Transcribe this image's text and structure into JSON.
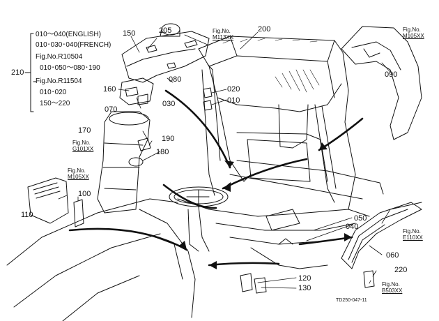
{
  "callouts": {
    "c010": "010",
    "c020": "020",
    "c030": "030",
    "c040": "040",
    "c050": "050",
    "c060": "060",
    "c070": "070",
    "c080": "080",
    "c090": "090",
    "c100": "100",
    "c110": "110",
    "c120": "120",
    "c130": "130",
    "c150": "150",
    "c160": "160",
    "c170": "170",
    "c180": "180",
    "c190": "190",
    "c200": "200",
    "c205": "205",
    "c210": "210",
    "c220": "220"
  },
  "legend": {
    "line1": "010～040(ENGLISH)",
    "line2": "010･030･040(FRENCH)",
    "line3": "Fig.No.R10504",
    "line4": "010･050～080･190",
    "line5": "Fig.No.R11504",
    "line6": "010･020",
    "line7": "150～220"
  },
  "fig_refs": {
    "m113": {
      "prefix": "Fig.No.",
      "code": "M113XX"
    },
    "m105_top": {
      "prefix": "Fig.No.",
      "code": "M105XX"
    },
    "g101": {
      "prefix": "Fig.No.",
      "code": "G101XX"
    },
    "m105_left": {
      "prefix": "Fig.No.",
      "code": "M105XX"
    },
    "e110": {
      "prefix": "Fig.No.",
      "code": "E110XX"
    },
    "b503": {
      "prefix": "Fig.No.",
      "code": "B503XX"
    }
  },
  "drawing_code": "TD250-047-11",
  "colors": {
    "ink": "#111111",
    "paper": "#ffffff"
  }
}
